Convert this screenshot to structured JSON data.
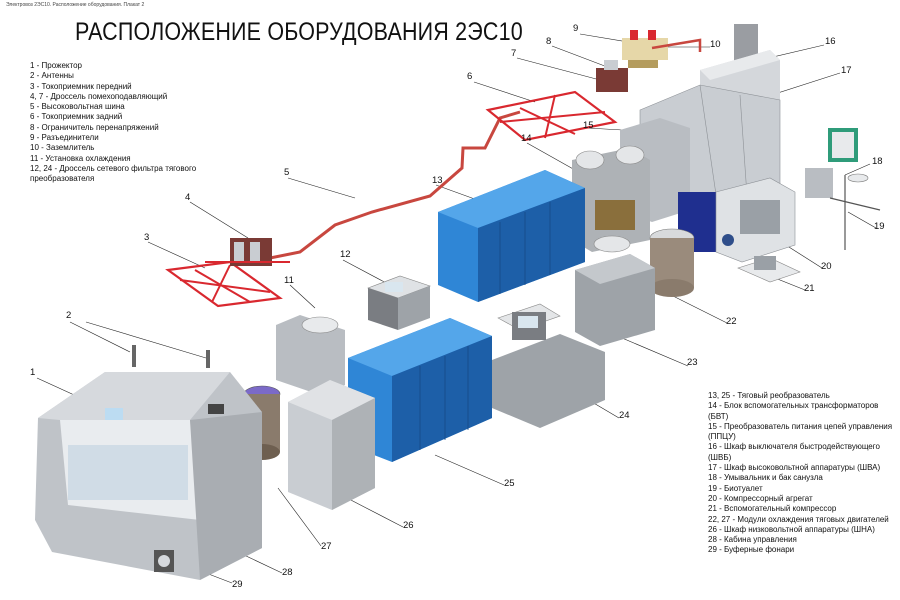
{
  "header": "Электровоз 2ЭС10. Расположение оборудования. Плакат 2",
  "title": "РАСПОЛОЖЕНИЕ ОБОРУДОВАНИЯ 2ЭС10",
  "legend_left": [
    "1 - Прожектор",
    "2 - Антенны",
    "3 - Токоприемник передний",
    "4, 7 - Дроссель помехоподавляющий",
    "5 - Высоковольтная шина",
    "6 - Токоприемник задний",
    "8 - Ограничитель перенапряжений",
    "9 - Разъединители",
    "10 - Заземлитель",
    "11 - Установка охлаждения",
    "12, 24 - Дроссель сетевого фильтра тягового",
    "преобразователя"
  ],
  "legend_right": [
    "13, 25 - Тяговый реобразователь",
    "14 - Блок вспомогательных трансформаторов (БВТ)",
    "15 - Преобразователь питания цепей управления",
    "(ППЦУ)",
    "16 - Шкаф выключателя быстродействующего",
    "(ШВБ)",
    "17 - Шкаф высоковольтной аппаратуры (ШВА)",
    "18 - Умывальник и бак санузла",
    "19 - Биотуалет",
    "20 - Компрессорный агрегат",
    "21 - Вспомогательный компрессор",
    "22, 27 - Модули охлаждения тяговых двигателей",
    "26 - Шкаф низковольтной аппаратуры (ШНА)",
    "28 - Кабина управления",
    "29 - Буферные фонари"
  ],
  "callouts": [
    "1",
    "2",
    "3",
    "4",
    "5",
    "6",
    "7",
    "8",
    "9",
    "10",
    "11",
    "12",
    "13",
    "14",
    "15",
    "16",
    "17",
    "18",
    "19",
    "20",
    "21",
    "22",
    "23",
    "24",
    "25",
    "26",
    "27",
    "28",
    "29"
  ],
  "colors": {
    "cabinet_blue": "#2f86d6",
    "cabinet_blue_dark": "#1d5fa8",
    "equipment_grey": "#c9cdd2",
    "pantograph_red": "#d9282f",
    "busbar_red": "#c8473f",
    "navy_unit": "#1f2f8f"
  }
}
